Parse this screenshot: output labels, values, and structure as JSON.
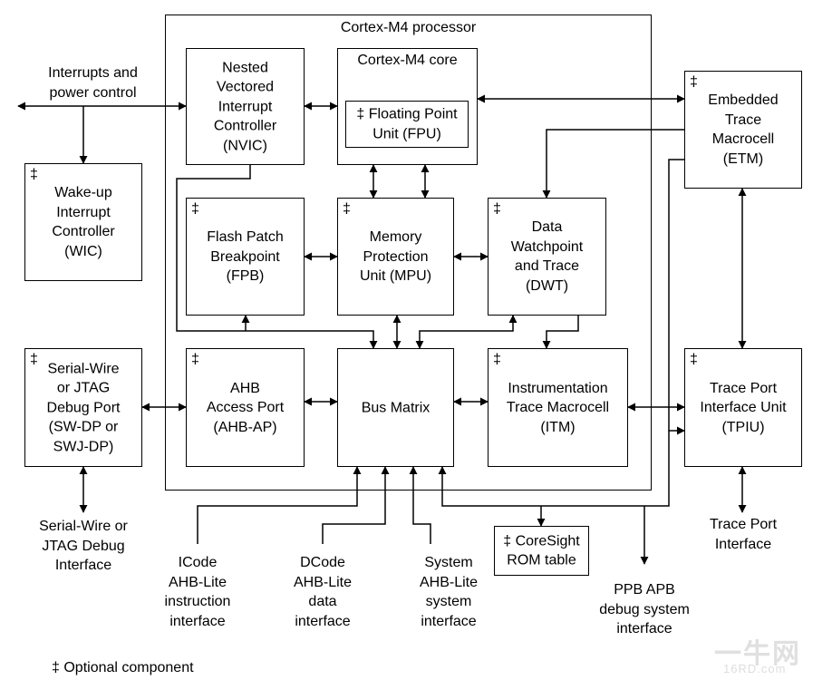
{
  "processor": {
    "title": "Cortex-M4 processor"
  },
  "core": {
    "title": "Cortex-M4 core"
  },
  "fpu": {
    "dagger": "‡",
    "label": "Floating Point\nUnit (FPU)"
  },
  "nvic": {
    "label": "Nested\nVectored\nInterrupt\nController\n(NVIC)"
  },
  "fpb": {
    "dagger": "‡",
    "label": "Flash Patch\nBreakpoint\n(FPB)"
  },
  "mpu": {
    "dagger": "‡",
    "label": "Memory\nProtection\nUnit (MPU)"
  },
  "dwt": {
    "dagger": "‡",
    "label": "Data\nWatchpoint\nand Trace\n(DWT)"
  },
  "ahbap": {
    "dagger": "‡",
    "label": "AHB\nAccess Port\n(AHB-AP)"
  },
  "busmatrix": {
    "label": "Bus Matrix"
  },
  "itm": {
    "dagger": "‡",
    "label": "Instrumentation\nTrace Macrocell\n(ITM)"
  },
  "etm": {
    "dagger": "‡",
    "label": "Embedded\nTrace\nMacrocell\n(ETM)"
  },
  "tpiu": {
    "dagger": "‡",
    "label": "Trace Port\nInterface Unit\n(TPIU)"
  },
  "wic": {
    "dagger": "‡",
    "label": "Wake-up\nInterrupt\nController\n(WIC)"
  },
  "swdp": {
    "dagger": "‡",
    "label": "Serial-Wire\nor JTAG\nDebug Port\n(SW-DP or\nSWJ-DP)"
  },
  "rom": {
    "label": "‡ CoreSight\nROM table"
  },
  "labels": {
    "interrupts": "Interrupts and\npower control",
    "sw_jtag": "Serial-Wire or\nJTAG Debug\nInterface",
    "icode": "ICode\nAHB-Lite\ninstruction\ninterface",
    "dcode": "DCode\nAHB-Lite\ndata\ninterface",
    "system": "System\nAHB-Lite\nsystem\ninterface",
    "ppb": "PPB APB\ndebug system\ninterface",
    "trace_port": "Trace Port\nInterface",
    "optional": "‡ Optional component"
  },
  "watermark": {
    "logo": "一牛网",
    "url": "16RD.com"
  }
}
